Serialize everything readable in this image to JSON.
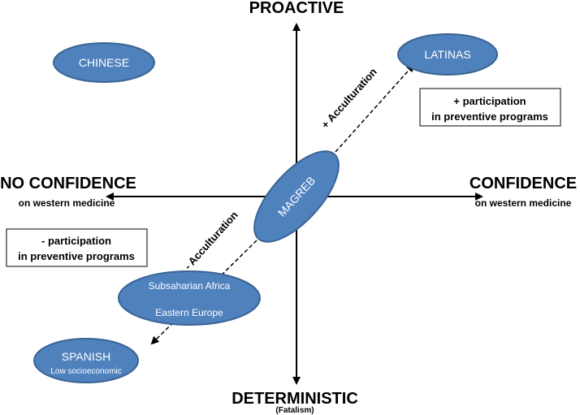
{
  "axes": {
    "top": "PROACTIVE",
    "bottom": "DETERMINISTIC",
    "bottom_sub": "(Fatalism)",
    "left": "NO CONFIDENCE",
    "left_sub": "on western medicine",
    "right": "CONFIDENCE",
    "right_sub": "on western medicine"
  },
  "groups": {
    "chinese": "CHINESE",
    "latinas": "LATINAS",
    "magreb": "MAGREB",
    "subsaharan": "Subsaharian Africa",
    "eastern_europe": "Eastern Europe",
    "spanish": "SPANISH",
    "spanish_sub": "Low socioeconomic"
  },
  "boxes": {
    "plus_line1": "+ participation",
    "plus_line2": "in preventive programs",
    "minus_line1": "- participation",
    "minus_line2": "in preventive programs"
  },
  "labels": {
    "plus_acculturation": "+ Acculturation",
    "minus_acculturation": "- Acculturation"
  },
  "colors": {
    "ellipse_fill": "#4f81bd",
    "ellipse_stroke": "#3a6494",
    "axis": "#000000"
  }
}
